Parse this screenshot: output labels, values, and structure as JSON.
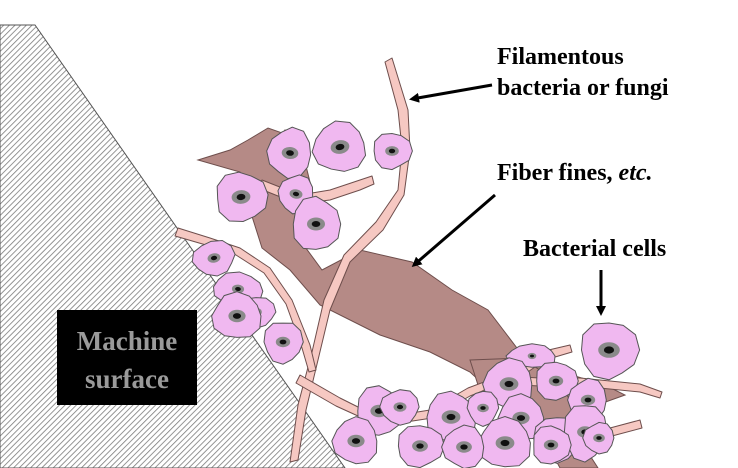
{
  "labels": {
    "filamentous_line1": "Filamentous",
    "filamentous_line2": "bacteria or fungi",
    "fiber_fines": "Fiber fines, ",
    "fiber_fines_etc": "etc.",
    "bacterial_cells": "Bacterial cells",
    "machine_line1": "Machine",
    "machine_line2": "surface"
  },
  "colors": {
    "cell_fill": "#f0b8f0",
    "cell_stroke": "#555555",
    "nucleus_outer": "#8a8a8a",
    "nucleus_inner": "#111111",
    "filament_fill": "#f6c8c2",
    "fiber_fill": "#b58a86",
    "machine_hatch": "#7a7a7a",
    "machine_label_bg": "#000000"
  }
}
